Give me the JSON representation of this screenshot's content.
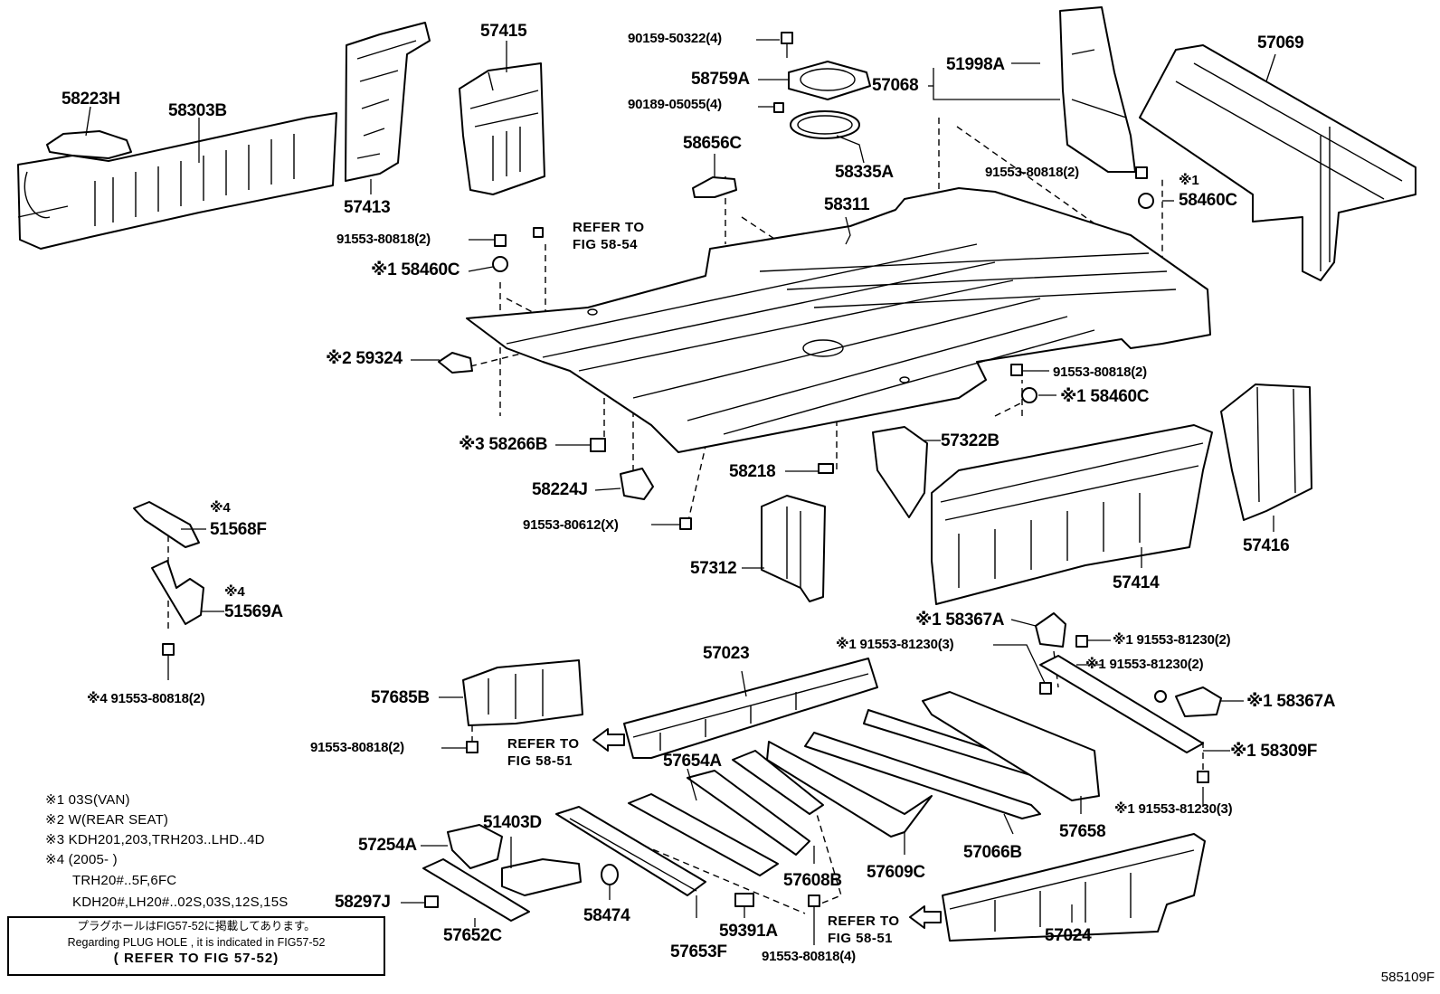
{
  "diagram_code": "585109F",
  "labels": {
    "p58223H": "58223H",
    "p58303B": "58303B",
    "p57413": "57413",
    "p57415": "57415",
    "f90159": "90159-50322(4)",
    "p58759A": "58759A",
    "f90189": "90189-05055(4)",
    "p58335A": "58335A",
    "p58656C": "58656C",
    "p58311": "58311",
    "p57068": "57068",
    "p51998A": "51998A",
    "p57069": "57069",
    "f91553_r1": "91553-80818(2)",
    "m1_r1": "※1",
    "p58460C_r1": "58460C",
    "f91553_l1": "91553-80818(2)",
    "ref_58_54_a": "REFER TO",
    "ref_58_54_b": "FIG 58-54",
    "p58460C_l1": "※1 58460C",
    "p59324": "※2 59324",
    "f91553_m1": "91553-80818(2)",
    "p58460C_m1": "※1 58460C",
    "p58266B": "※3 58266B",
    "p58224J": "58224J",
    "f91553_80612": "91553-80612(X)",
    "p58218": "58218",
    "p57322B": "57322B",
    "p57312": "57312",
    "p57414": "57414",
    "p57416": "57416",
    "m4_a": "※4",
    "p51568F": "51568F",
    "m4_b": "※4",
    "p51569A": "51569A",
    "f91553_l4": "※4 91553-80818(2)",
    "p58367A_a": "※1 58367A",
    "f81230_a": "※1 91553-81230(3)",
    "f81230_b": "※1 91553-81230(2)",
    "f81230_c": "※1 91553-81230(2)",
    "p58367A_b": "※1 58367A",
    "p58309F": "※1 58309F",
    "f81230_d": "※1 91553-81230(3)",
    "p57023": "57023",
    "p57685B": "57685B",
    "f91553_57685": "91553-80818(2)",
    "ref_58_51_a1": "REFER TO",
    "ref_58_51_a2": "FIG 58-51",
    "p57654A": "57654A",
    "p57658": "57658",
    "p57066B": "57066B",
    "p57609C": "57609C",
    "p57608B": "57608B",
    "p51403D": "51403D",
    "p57254A": "57254A",
    "p58297J": "58297J",
    "p57652C": "57652C",
    "p58474": "58474",
    "p57653F": "57653F",
    "p59391A": "59391A",
    "f91553_bottom": "91553-80818(4)",
    "ref_58_51_b1": "REFER TO",
    "ref_58_51_b2": "FIG 58-51",
    "p57024": "57024"
  },
  "notes": [
    "※1 03S(VAN)",
    "※2 W(REAR SEAT)",
    "※3 KDH201,203,TRH203..LHD..4D",
    "※4 (2005-        )",
    "TRH20#..5F,6FC",
    "KDH20#,LH20#..02S,03S,12S,15S"
  ],
  "plug_box": {
    "line1": "プラグホールはFIG57-52に掲載してあります。",
    "line2": "Regarding PLUG HOLE , it is indicated in FIG57-52",
    "line3": "( REFER TO FIG 57-52)"
  }
}
